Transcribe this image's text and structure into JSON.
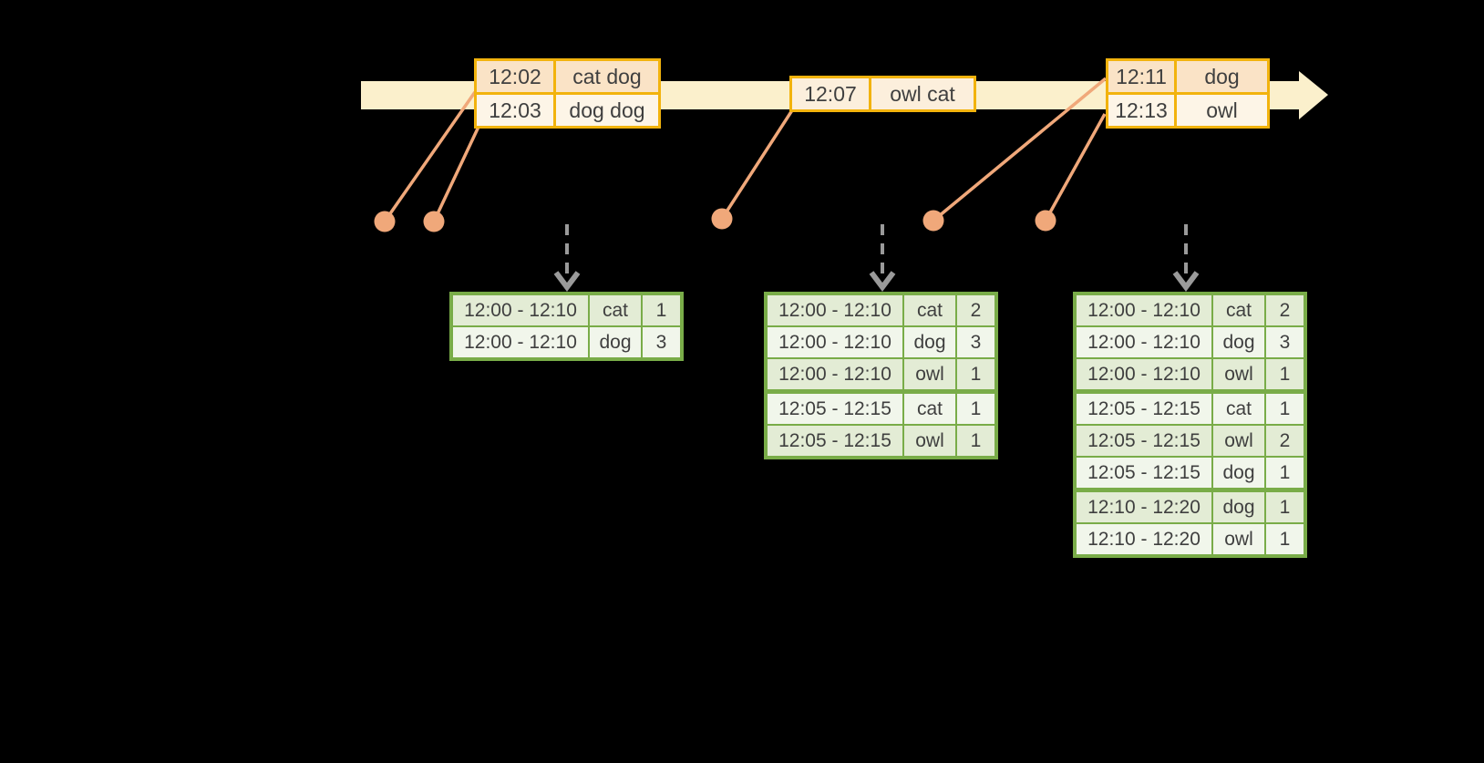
{
  "timeline": {
    "event_boxes": [
      {
        "rows": [
          {
            "time": "12:02",
            "words": "cat dog"
          },
          {
            "time": "12:03",
            "words": "dog dog"
          }
        ]
      },
      {
        "rows": [
          {
            "time": "12:07",
            "words": "owl cat"
          }
        ]
      },
      {
        "rows": [
          {
            "time": "12:11",
            "words": "dog"
          },
          {
            "time": "12:13",
            "words": "owl"
          }
        ]
      }
    ]
  },
  "result_tables": [
    {
      "rows": [
        [
          "12:00 - 12:10",
          "cat",
          "1"
        ],
        [
          "12:00 - 12:10",
          "dog",
          "3"
        ]
      ],
      "group_starts": []
    },
    {
      "rows": [
        [
          "12:00 - 12:10",
          "cat",
          "2"
        ],
        [
          "12:00 - 12:10",
          "dog",
          "3"
        ],
        [
          "12:00 - 12:10",
          "owl",
          "1"
        ],
        [
          "12:05 - 12:15",
          "cat",
          "1"
        ],
        [
          "12:05 - 12:15",
          "owl",
          "1"
        ]
      ],
      "group_starts": [
        3
      ]
    },
    {
      "rows": [
        [
          "12:00 - 12:10",
          "cat",
          "2"
        ],
        [
          "12:00 - 12:10",
          "dog",
          "3"
        ],
        [
          "12:00 - 12:10",
          "owl",
          "1"
        ],
        [
          "12:05 - 12:15",
          "cat",
          "1"
        ],
        [
          "12:05 - 12:15",
          "owl",
          "2"
        ],
        [
          "12:05 - 12:15",
          "dog",
          "1"
        ],
        [
          "12:10 - 12:20",
          "dog",
          "1"
        ],
        [
          "12:10 - 12:20",
          "owl",
          "1"
        ]
      ],
      "group_starts": [
        3,
        6
      ]
    }
  ],
  "colors": {
    "background": "#000000",
    "timeline_band": "#FBF0CC",
    "event_border_gold": "#F2B30D",
    "event_row_peach": "#FAE3C6",
    "event_row_cream": "#FDF5E7",
    "event_single_cream": "#FCEFDC",
    "connector_salmon": "#F0A87A",
    "table_border_green": "#79AC48",
    "table_row_dark": "#E3ECD5",
    "table_row_light": "#F1F6EB",
    "trigger_arrow_gray": "#9A9A9A",
    "text": "#3F3F3F"
  }
}
